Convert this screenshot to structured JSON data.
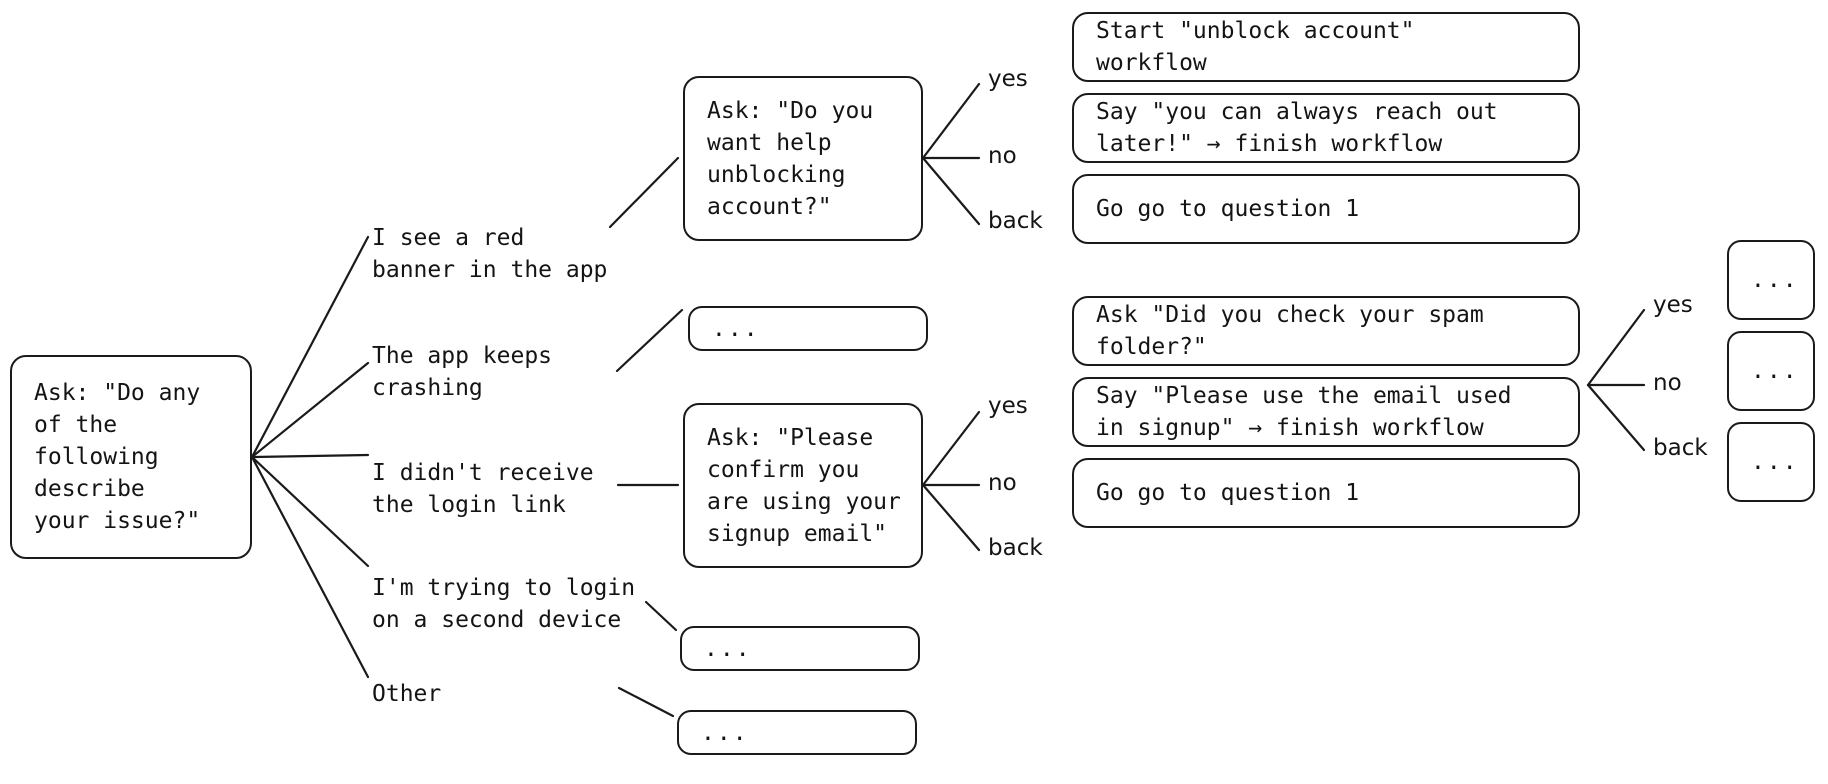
{
  "diagram": {
    "type": "decision-tree-flowchart",
    "root": {
      "text": "Ask: \"Do any\nof the\nfollowing\ndescribe\nyour issue?\""
    },
    "branches": [
      {
        "label": "I see a red\nbanner in the app"
      },
      {
        "label": "The app keeps\ncrashing"
      },
      {
        "label": "I didn't receive\nthe login link"
      },
      {
        "label": "I'm trying to login\non a second device"
      },
      {
        "label": "Other"
      }
    ],
    "nodes": {
      "unblock_question": "Ask: \"Do you\nwant help\nunblocking\naccount?\"",
      "signup_email_question": "Ask: \"Please\nconfirm you\nare using your\nsignup email\"",
      "crashing_placeholder": "...",
      "second_device_placeholder": "...",
      "other_placeholder": "..."
    },
    "edge_labels": {
      "yes": "yes",
      "no": "no",
      "back": "back"
    },
    "unblock_outcomes": [
      {
        "edge": "yes",
        "text": "Start \"unblock account\"\nworkflow"
      },
      {
        "edge": "no",
        "text": "Say \"you can always reach out\nlater!\" → finish workflow"
      },
      {
        "edge": "back",
        "text": "Go go to question 1"
      }
    ],
    "signup_outcomes": [
      {
        "edge": "yes",
        "text": "Ask \"Did you check your spam\nfolder?\""
      },
      {
        "edge": "no",
        "text": "Say \"Please use the email used\nin signup\" → finish workflow"
      },
      {
        "edge": "back",
        "text": "Go go to question 1"
      }
    ],
    "spam_outcomes": [
      {
        "edge": "yes",
        "text": "..."
      },
      {
        "edge": "no",
        "text": "..."
      },
      {
        "edge": "back",
        "text": "..."
      }
    ],
    "colors": {
      "stroke": "#1a1a1a",
      "text": "#141414",
      "background": "#ffffff"
    }
  }
}
